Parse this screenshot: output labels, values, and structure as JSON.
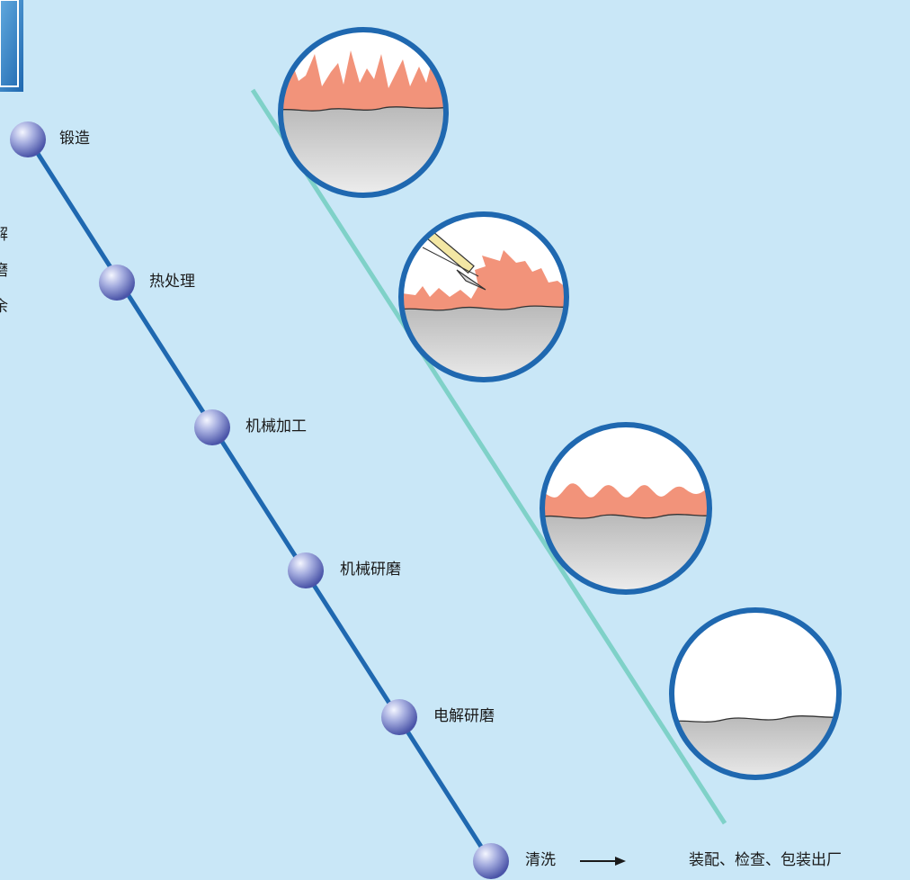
{
  "colors": {
    "background": "#c9e7f7",
    "process_line": "#1f68b0",
    "surface_line": "#7fd1c8",
    "circle_border": "#1f68b0",
    "burr_fill": "#f2937a",
    "metal_fill": "#cfcfcf",
    "node_fill": "#8d97d8"
  },
  "steps": [
    {
      "label": "锻造"
    },
    {
      "label": "热处理"
    },
    {
      "label": "机械加工"
    },
    {
      "label": "机械研磨"
    },
    {
      "label": "电解研磨"
    },
    {
      "label": "清洗"
    }
  ],
  "final": {
    "label": "装配、检查、包装出厂"
  },
  "side_chars": [
    "解",
    "磨",
    "余"
  ],
  "magnifiers": [
    {
      "stage": "rough-burrs-icon"
    },
    {
      "stage": "tool-cutting-icon"
    },
    {
      "stage": "smoothed-burrs-icon"
    },
    {
      "stage": "clean-surface-icon"
    }
  ]
}
